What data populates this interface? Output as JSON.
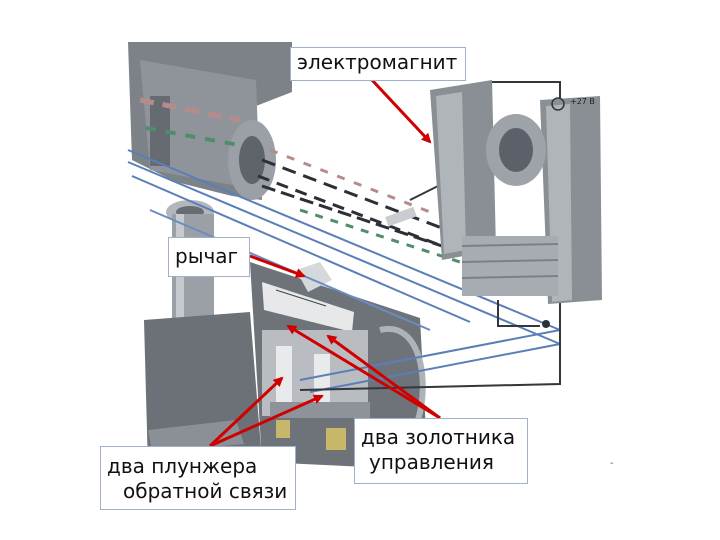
{
  "callouts": {
    "electromagnet": "электромагнит",
    "lever": "рычаг",
    "plungers": [
      "два плунжера",
      "обратной связи"
    ],
    "valves": [
      "два золотника",
      "управления"
    ]
  },
  "labels": {
    "voltage": "+27 В",
    "stray_mark": "-"
  },
  "colors": {
    "arrow": "#d00000",
    "callout_border": "#9fb0c8",
    "metal_dark": "#5c6068",
    "metal_mid": "#8b9098",
    "metal_light": "#c4c8cc",
    "wire_blue": "#5a7fb8"
  }
}
